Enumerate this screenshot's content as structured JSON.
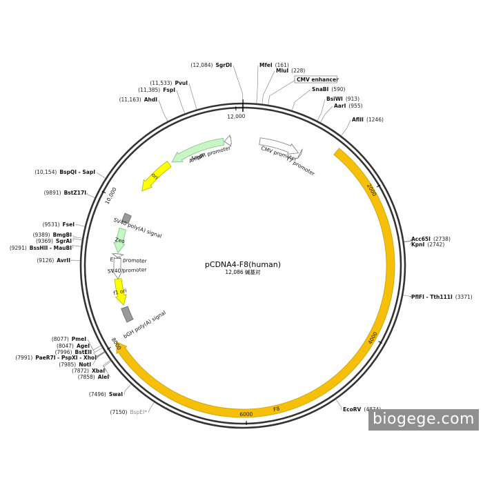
{
  "plasmid": {
    "name": "pCDNA4-F8(human)",
    "length_label": "12,086 碱基对",
    "total_bp": 12086
  },
  "ticks": [
    "2000",
    "4000",
    "6000",
    "8000",
    "10,000",
    "12,000"
  ],
  "features": [
    {
      "id": "f8",
      "label": "F8",
      "start": 1320,
      "end": 8020,
      "color": "#f5bf0a",
      "stroke": "#caa000",
      "track": "outer",
      "direction": 1
    },
    {
      "id": "ampr",
      "label": "AmpR",
      "start": 10930,
      "end": 11790,
      "color": "#c6f5c6",
      "stroke": "#7fbf7f",
      "track": "inner",
      "direction": -1
    },
    {
      "id": "ampr-promoter",
      "label": "AmpR promoter",
      "start": 11800,
      "end": 11905,
      "color": "#ffffff",
      "stroke": "#777777",
      "track": "inner",
      "direction": -1
    },
    {
      "id": "cmv-promoter",
      "label": "CMV promoter",
      "start": 260,
      "end": 880,
      "color": "#ffffff",
      "stroke": "#777777",
      "track": "inner",
      "direction": 1
    },
    {
      "id": "t7-promoter",
      "label": "T7 promoter",
      "start": 905,
      "end": 925,
      "color": "#ffffff",
      "stroke": "#777777",
      "track": "inner",
      "direction": 1
    },
    {
      "id": "ori",
      "label": "ori",
      "start": 10290,
      "end": 10880,
      "color": "#ffff00",
      "stroke": "#b0b000",
      "track": "inner",
      "direction": -1
    },
    {
      "id": "sv40-polya",
      "label": "SV40 poly(A) signal",
      "start": 9740,
      "end": 9870,
      "color": "#999999",
      "stroke": "#666666",
      "track": "inner",
      "direction": 0
    },
    {
      "id": "zeo",
      "label": "Zeo",
      "start": 9260,
      "end": 9635,
      "color": "#c6f5c6",
      "stroke": "#7fbf7f",
      "track": "inner",
      "direction": -1
    },
    {
      "id": "em7-promoter",
      "label": "EM7 promoter",
      "start": 9190,
      "end": 9245,
      "color": "#ffffff",
      "stroke": "#777777",
      "track": "inner",
      "direction": -1
    },
    {
      "id": "sv40-promoter",
      "label": "SV40 promoter",
      "start": 8860,
      "end": 9175,
      "color": "#ffffff",
      "stroke": "#777777",
      "track": "inner",
      "direction": -1
    },
    {
      "id": "f1-ori",
      "label": "f1 ori",
      "start": 8450,
      "end": 8860,
      "color": "#ffff00",
      "stroke": "#b0b000",
      "track": "inner",
      "direction": -1
    },
    {
      "id": "bgh-polya",
      "label": "bGH poly(A) signal",
      "start": 8190,
      "end": 8410,
      "color": "#999999",
      "stroke": "#666666",
      "track": "inner",
      "direction": 0
    }
  ],
  "sites": [
    {
      "name": "SgrDI",
      "pos": "(12,084)",
      "bp": 12084,
      "side": "left",
      "style": "normal"
    },
    {
      "name": "MfeI",
      "pos": "(161)",
      "bp": 161,
      "side": "right",
      "style": "normal"
    },
    {
      "name": "MluI",
      "pos": "(228)",
      "bp": 228,
      "side": "right",
      "style": "normal"
    },
    {
      "name": "CMV enhancer",
      "pos": "",
      "bp": 300,
      "side": "right",
      "style": "boxed"
    },
    {
      "name": "SnaBI",
      "pos": "(590)",
      "bp": 590,
      "side": "right",
      "style": "normal"
    },
    {
      "name": "BsiWI",
      "pos": "(913)",
      "bp": 913,
      "side": "right",
      "style": "normal"
    },
    {
      "name": "AarI",
      "pos": "(955)",
      "bp": 955,
      "side": "right",
      "style": "normal"
    },
    {
      "name": "AflII",
      "pos": "(1246)",
      "bp": 1246,
      "side": "right",
      "style": "normal"
    },
    {
      "name": "Acc65I",
      "pos": "(2738)",
      "bp": 2738,
      "side": "right",
      "style": "normal"
    },
    {
      "name": "KpnI",
      "pos": "(2742)",
      "bp": 2742,
      "side": "right",
      "style": "normal"
    },
    {
      "name": "PflFI - Tth111I",
      "pos": "(3371)",
      "bp": 3371,
      "side": "right",
      "style": "normal"
    },
    {
      "name": "EcoRV",
      "pos": "(4874)",
      "bp": 4874,
      "side": "right",
      "style": "normal"
    },
    {
      "name": "BspEI*",
      "pos": "(7150)",
      "bp": 7150,
      "side": "left",
      "style": "gray"
    },
    {
      "name": "SwaI",
      "pos": "(7496)",
      "bp": 7496,
      "side": "left",
      "style": "normal"
    },
    {
      "name": "AleI",
      "pos": "(7858)",
      "bp": 7858,
      "side": "left",
      "style": "normal"
    },
    {
      "name": "XbaI",
      "pos": "(7872)",
      "bp": 7872,
      "side": "left",
      "style": "normal"
    },
    {
      "name": "NotI",
      "pos": "(7985)",
      "bp": 7985,
      "side": "left",
      "style": "normal"
    },
    {
      "name": "PaeR7I - PspXI - XhoI",
      "pos": "(7991)",
      "bp": 7991,
      "side": "left",
      "style": "normal"
    },
    {
      "name": "BstEII",
      "pos": "(7996)",
      "bp": 7996,
      "side": "left",
      "style": "normal"
    },
    {
      "name": "AgeI",
      "pos": "(8047)",
      "bp": 8047,
      "side": "left",
      "style": "normal"
    },
    {
      "name": "PmeI",
      "pos": "(8077)",
      "bp": 8077,
      "side": "left",
      "style": "normal"
    },
    {
      "name": "AvrII",
      "pos": "(9126)",
      "bp": 9126,
      "side": "left",
      "style": "normal"
    },
    {
      "name": "BssHII - MauBI",
      "pos": "(9291)",
      "bp": 9291,
      "side": "left",
      "style": "normal"
    },
    {
      "name": "SgrAI",
      "pos": "(9369)",
      "bp": 9369,
      "side": "left",
      "style": "normal"
    },
    {
      "name": "BmgBI",
      "pos": "(9389)",
      "bp": 9389,
      "side": "left",
      "style": "normal"
    },
    {
      "name": "FseI",
      "pos": "(9531)",
      "bp": 9531,
      "side": "left",
      "style": "normal"
    },
    {
      "name": "BstZ17I",
      "pos": "(9891)",
      "bp": 9891,
      "side": "left",
      "style": "normal"
    },
    {
      "name": "BspQI - SapI",
      "pos": "(10,154)",
      "bp": 10154,
      "side": "left",
      "style": "normal"
    },
    {
      "name": "AhdI",
      "pos": "(11,163)",
      "bp": 11163,
      "side": "left",
      "style": "normal"
    },
    {
      "name": "FspI",
      "pos": "(11,385)",
      "bp": 11385,
      "side": "left",
      "style": "normal"
    },
    {
      "name": "PvuI",
      "pos": "(11,533)",
      "bp": 11533,
      "side": "left",
      "style": "normal"
    }
  ],
  "watermark": "biogege.com"
}
